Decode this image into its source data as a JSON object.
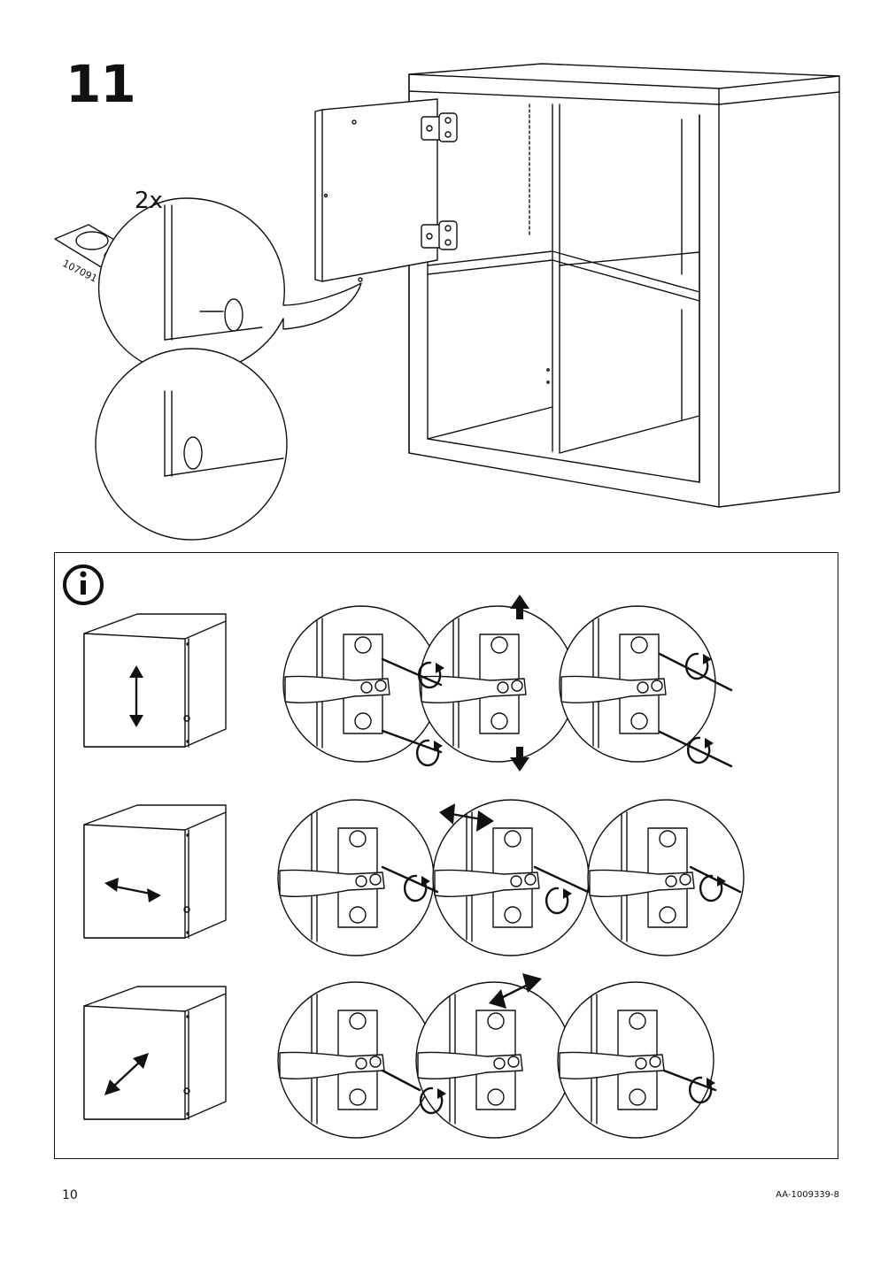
{
  "step": {
    "number": "11"
  },
  "fitting": {
    "quantity": "2x",
    "article_number": "107091"
  },
  "info_panel": {
    "icon": "info-icon"
  },
  "footer": {
    "page_number": "10",
    "document_code": "AA-1009339-8"
  },
  "icons": {
    "info": "info-icon",
    "vertical_adjust": "arrow-up-down-icon",
    "horizontal_adjust": "arrow-left-right-icon",
    "depth_adjust": "arrow-diagonal-icon",
    "rotate": "rotate-arrow-icon"
  }
}
